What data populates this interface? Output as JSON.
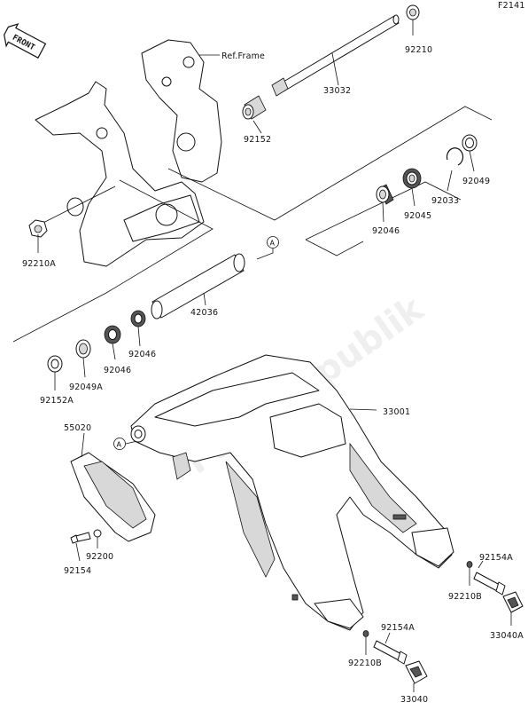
{
  "page_code": "F2141",
  "front_badge": "FRONT",
  "ref_frame": "Ref.Frame",
  "callout_letter": "A",
  "watermark": "PartsRepublik",
  "parts": {
    "p92210_top": "92210",
    "p33032": "33032",
    "p92152": "92152",
    "p92049_right": "92049",
    "p92033": "92033",
    "p92045": "92045",
    "p92046_right": "92046",
    "p92210A": "92210A",
    "p42036": "42036",
    "p92046_left2": "92046",
    "p92046_left1": "92046",
    "p92049A": "92049A",
    "p92152A": "92152A",
    "p33001": "33001",
    "p55020": "55020",
    "p92200": "92200",
    "p92154": "92154",
    "p92154A_right": "92154A",
    "p92210B_right": "92210B",
    "p33040A": "33040A",
    "p92154A_bottom": "92154A",
    "p92210B_bottom": "92210B",
    "p33040": "33040"
  }
}
